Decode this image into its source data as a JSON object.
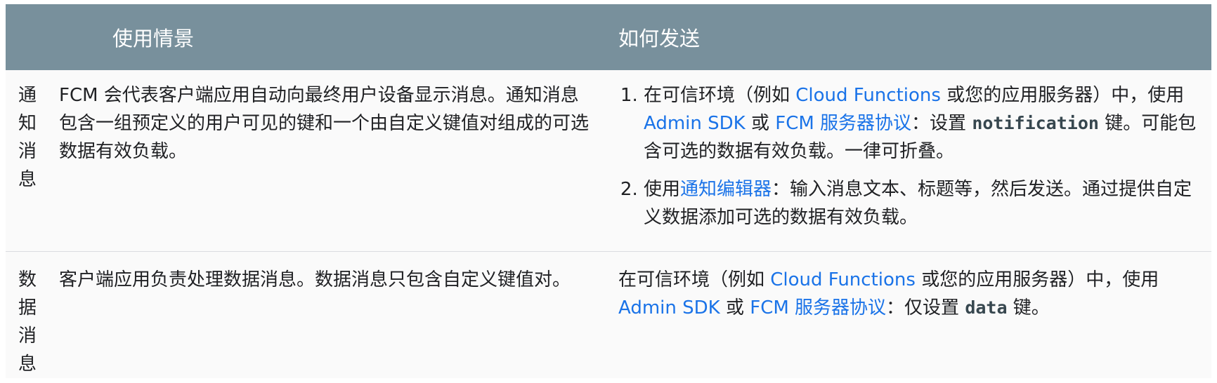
{
  "header": {
    "col1": "",
    "col2": "使用情景",
    "col3": "如何发送"
  },
  "rows": [
    {
      "type": "通知消息",
      "usage": "FCM 会代表客户端应用自动向最终用户设备显示消息。通知消息包含一组预定义的用户可见的键和一个由自定义键值对组成的可选数据有效负载。",
      "send_steps": [
        {
          "t1": "在可信环境（例如 ",
          "link1": "Cloud Functions",
          "t2": " 或您的应用服务器）中，使用 ",
          "link2": "Admin SDK",
          "t3": " 或 ",
          "link3": "FCM 服务器协议",
          "t4": "：设置 ",
          "code": "notification",
          "t5": " 键。可能包含可选的数据有效负载。一律可折叠。"
        },
        {
          "t1": "使用",
          "link1": "通知编辑器",
          "t2": "：输入消息文本、标题等，然后发送。通过提供自定义数据添加可选的数据有效负载。"
        }
      ]
    },
    {
      "type": "数据消息",
      "usage": "客户端应用负责处理数据消息。数据消息只包含自定义键值对。",
      "send": {
        "t1": "在可信环境（例如 ",
        "link1": "Cloud Functions",
        "t2": " 或您的应用服务器）中，使用 ",
        "link2": "Admin SDK",
        "t3": " 或 ",
        "link3": "FCM 服务器协议",
        "t4": "：仅设置 ",
        "code": "data",
        "t5": " 键。"
      }
    }
  ],
  "colors": {
    "header_bg": "#78909c",
    "link": "#1a73e8",
    "cell_bg": "#fafafa"
  }
}
